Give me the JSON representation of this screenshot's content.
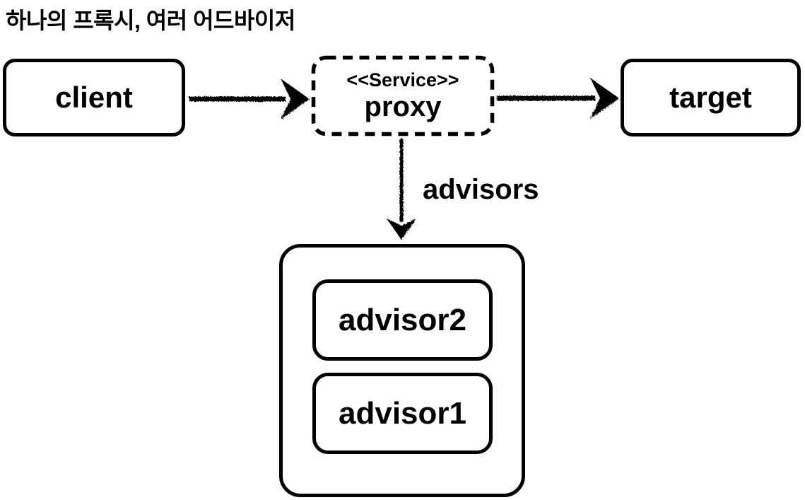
{
  "title": "하나의 프록시, 여러 어드바이저",
  "nodes": {
    "client": {
      "label": "client"
    },
    "proxy": {
      "stereotype": "<<Service>>",
      "label": "proxy"
    },
    "target": {
      "label": "target"
    },
    "advisor2": {
      "label": "advisor2"
    },
    "advisor1": {
      "label": "advisor1"
    }
  },
  "edges": {
    "client_to_proxy": {
      "from": "client",
      "to": "proxy"
    },
    "proxy_to_target": {
      "from": "proxy",
      "to": "target"
    },
    "proxy_to_advisors": {
      "from": "proxy",
      "to": "advisors-container",
      "label": "advisors"
    }
  },
  "colors": {
    "ink": "#000000",
    "background": "#ffffff"
  }
}
